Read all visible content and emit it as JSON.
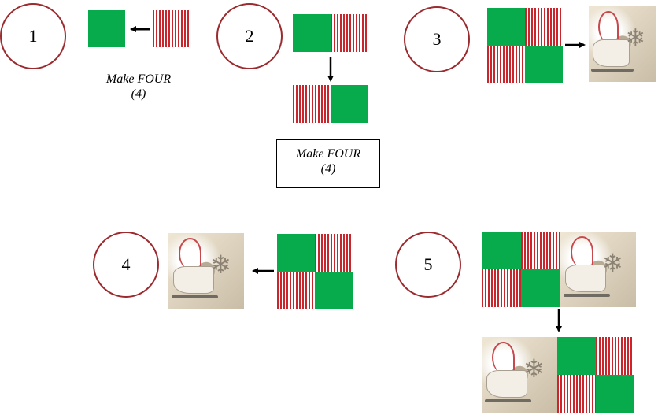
{
  "steps": [
    {
      "number": "1"
    },
    {
      "number": "2"
    },
    {
      "number": "3"
    },
    {
      "number": "4"
    },
    {
      "number": "5"
    }
  ],
  "notes": {
    "make_four_line1": "Make FOUR",
    "make_four_line2": "(4)"
  },
  "icons": {
    "snowflake": "❄"
  },
  "colors": {
    "circle_border": "#9b2b2f",
    "green_fabric": "#07ab4c",
    "stripe_red": "#c8262c"
  }
}
